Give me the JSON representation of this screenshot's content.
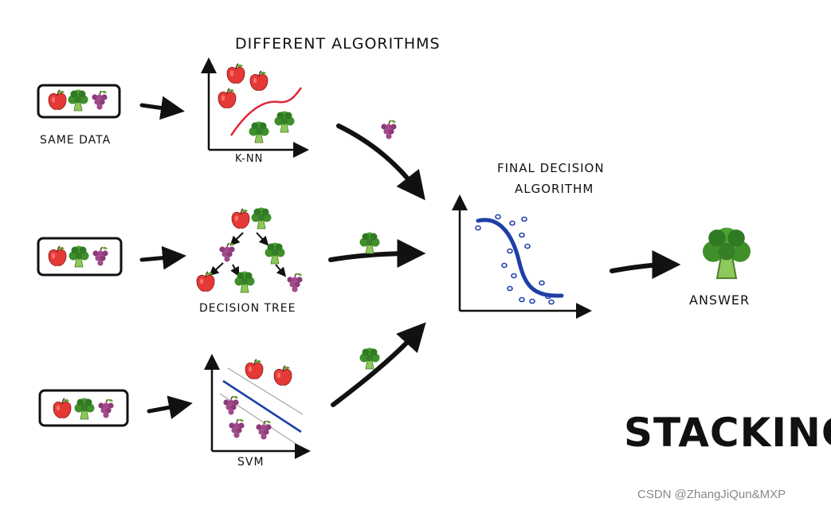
{
  "title": "DIFFERENT ALGORITHMS",
  "input_label": "SAME DATA",
  "algorithms": [
    {
      "label": "K-NN",
      "output": "grape"
    },
    {
      "label": "DECISION TREE",
      "output": "broccoli"
    },
    {
      "label": "SVM",
      "output": "broccoli"
    }
  ],
  "final": {
    "line1": "FINAL DECISION",
    "line2": "ALGORITHM"
  },
  "answer": {
    "label": "ANSWER",
    "value": "broccoli"
  },
  "method": "STACKING",
  "watermark": "CSDN @ZhangJiQun&MXP",
  "colors": {
    "apple": "#e53935",
    "broccoli": "#3f8f2a",
    "grape": "#8e3b7a",
    "curve": "#1e3fa8",
    "knn_curve": "#e0283a"
  }
}
